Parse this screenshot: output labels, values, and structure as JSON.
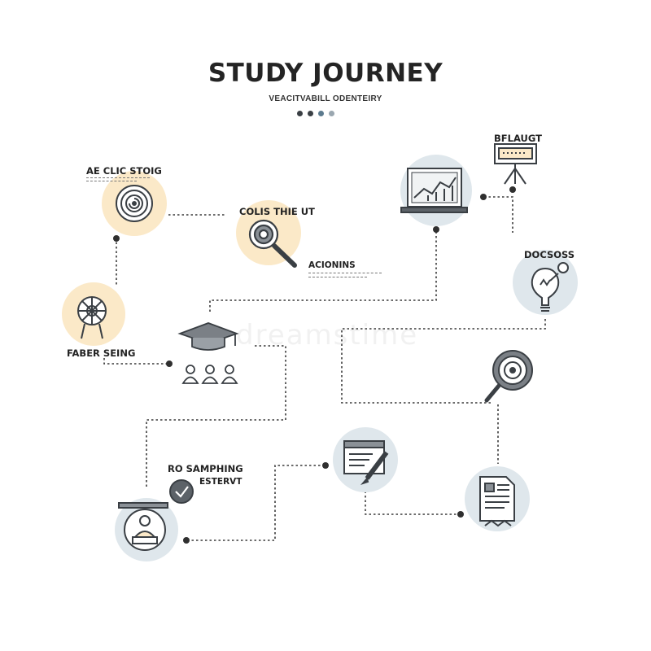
{
  "header": {
    "title": "STUDY JOURNEY",
    "subtitle": "VEACITVABILL ODENTEIRY",
    "dot_colors": [
      "#3a3f44",
      "#3a3f44",
      "#5c7a8e",
      "#9aa7b0"
    ]
  },
  "labels": {
    "clic": "AE CLIC STOIG",
    "colis": "COLIS THIE UT",
    "acionins": "ACIONINS",
    "faber": "FABER SEING",
    "sampling": "RO SAMPHING",
    "estervt": "ESTERVT",
    "bflaugt": "BFLAUGT",
    "docsoss": "DOCSOSS"
  },
  "watermark": "dreamstime",
  "colors": {
    "cream": "#fbe9c8",
    "blue": "#dfe7ec",
    "ink": "#3a3f44",
    "line": "#3a3a3a"
  },
  "icons": [
    "target-spiral-icon",
    "magnifier-icon",
    "ship-wheel-icon",
    "graduation-cap-icon",
    "people-group-icon",
    "laptop-chart-icon",
    "presentation-board-icon",
    "lightbulb-icon",
    "target-magnifier-icon",
    "document-pencil-icon",
    "student-desk-icon",
    "newspaper-icon",
    "checkmark-icon"
  ]
}
